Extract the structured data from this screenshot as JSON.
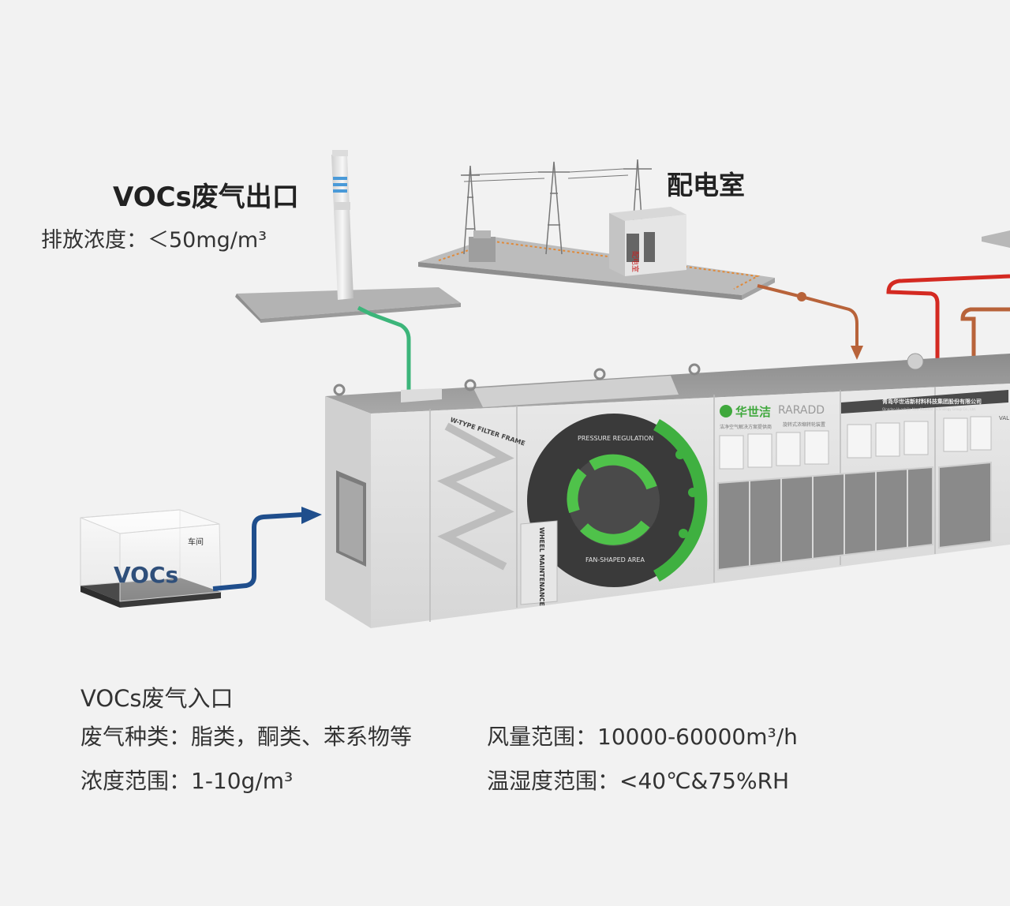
{
  "outlet": {
    "title": "VOCs废气出口",
    "concentration": "排放浓度：＜50mg/m³"
  },
  "power_room": {
    "title": "配电室",
    "building_sign": "配电室"
  },
  "workshop": {
    "label": "车间",
    "voc_text": "VOCs"
  },
  "machine": {
    "filter_label": "W-TYPE FILTER FRAME",
    "pressure_label": "PRESSURE REGULATION",
    "fan_label": "FAN-SHAPED AREA",
    "maintenance_label": "WHEEL MAINTENANCE",
    "brand_cn": "华世洁",
    "brand_en": "RARADD",
    "brand_tagline": "洁净空气解决方案提供商",
    "brand_sub": "旋转式浓缩转轮装置",
    "company_cn": "青岛华世洁新材料科技集团股份有限公司",
    "company_en": "Qingdao Huashijie New Material Technology Group Co., Ltd.",
    "edge_label": "VAL"
  },
  "inlet": {
    "title": "VOCs废气入口",
    "gas_type": "废气种类：脂类，酮类、苯系物等",
    "concentration_range": "浓度范围：1-10g/m³",
    "air_volume": "风量范围：10000-60000m³/h",
    "temp_humidity": "温湿度范围：<40℃&75%RH"
  },
  "colors": {
    "background": "#f2f2f2",
    "green_pipe": "#3cb57a",
    "blue_pipe": "#1f4e8c",
    "red_pipe": "#d42a22",
    "brown_pipe": "#b8633a",
    "brand_green": "#3fa83c",
    "wheel_dark": "#3a3a3a"
  }
}
